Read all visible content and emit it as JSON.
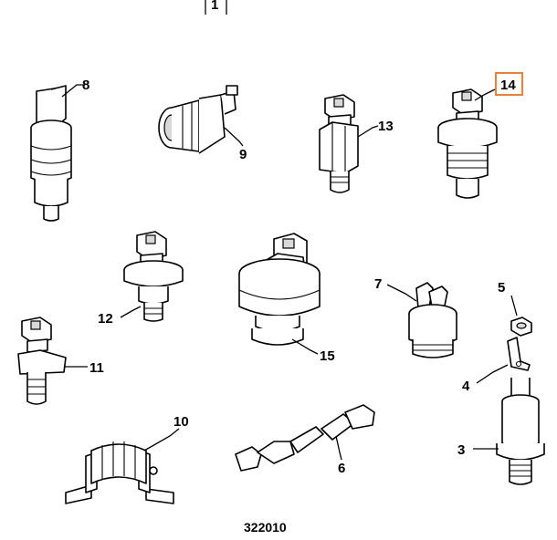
{
  "callouts": {
    "c1": "1",
    "c3": "3",
    "c4": "4",
    "c5": "5",
    "c6": "6",
    "c7": "7",
    "c8": "8",
    "c9": "9",
    "c10": "10",
    "c11": "11",
    "c12": "12",
    "c13": "13",
    "c14": "14",
    "c15": "15"
  },
  "highlighted_callout": "14",
  "highlight_color": "#e8823a",
  "reference_number": "322010"
}
